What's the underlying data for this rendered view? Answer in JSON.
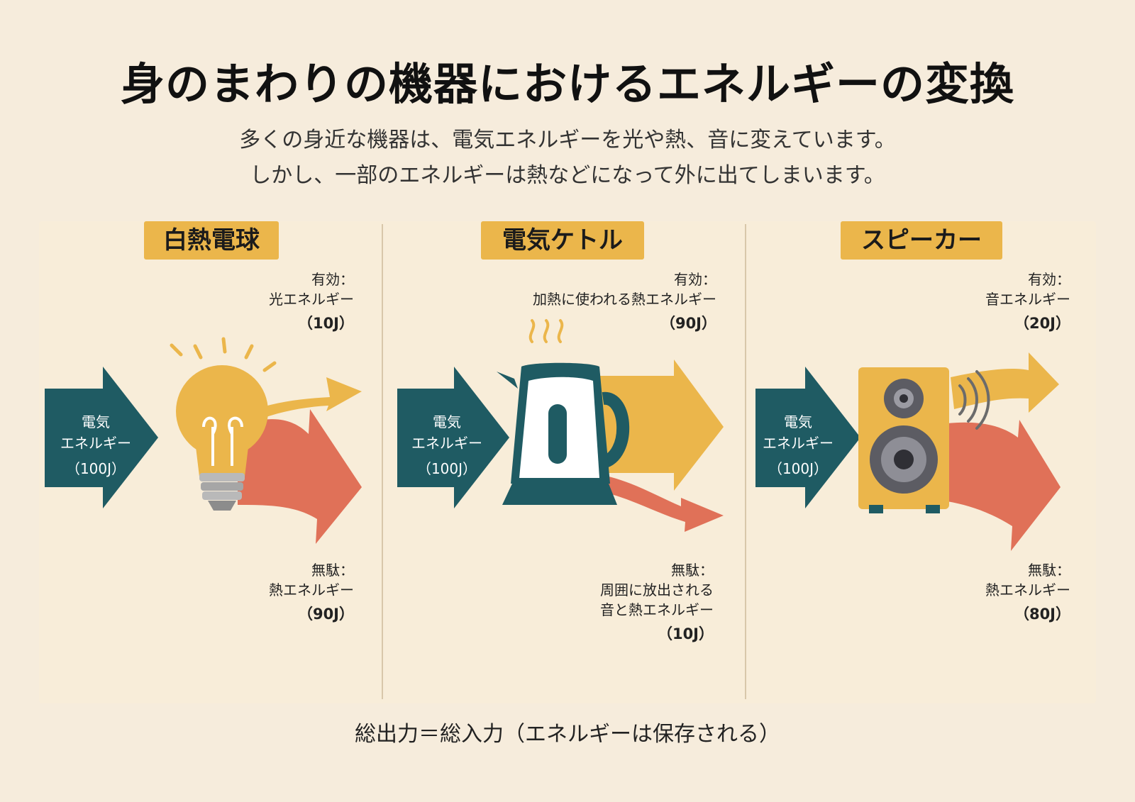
{
  "title": "身のまわりの機器におけるエネルギーの変換",
  "subtitle": [
    "多くの身近な機器は、電気エネルギーを光や熱、音に変えています。",
    "しかし、一部のエネルギーは熱などになって外に出てしまいます。"
  ],
  "colors": {
    "background": "#f6ecdc",
    "input_arrow": "#1f5b63",
    "useful_arrow": "#ebb64b",
    "waste_arrow": "#e07158",
    "title_badge": "#ebb64b"
  },
  "panels": [
    {
      "name": "白熱電球",
      "icon": "light-bulb-icon",
      "input": {
        "line1": "電気",
        "line2": "エネルギー",
        "amount": "（100J）"
      },
      "useful": {
        "head": "有効：",
        "lines": [
          "光エネルギー"
        ],
        "amount": "（10J）"
      },
      "waste": {
        "head": "無駄：",
        "lines": [
          "熱エネルギー"
        ],
        "amount": "（90J）"
      }
    },
    {
      "name": "電気ケトル",
      "icon": "kettle-icon",
      "input": {
        "line1": "電気",
        "line2": "エネルギー",
        "amount": "（100J）"
      },
      "useful": {
        "head": "有効：",
        "lines": [
          "加熱に使われる熱エネルギー"
        ],
        "amount": "（90J）"
      },
      "waste": {
        "head": "無駄：",
        "lines": [
          "周囲に放出される",
          "音と熱エネルギー"
        ],
        "amount": "（10J）"
      }
    },
    {
      "name": "スピーカー",
      "icon": "speaker-icon",
      "input": {
        "line1": "電気",
        "line2": "エネルギー",
        "amount": "（100J）"
      },
      "useful": {
        "head": "有効：",
        "lines": [
          "音エネルギー"
        ],
        "amount": "（20J）"
      },
      "waste": {
        "head": "無駄：",
        "lines": [
          "熱エネルギー"
        ],
        "amount": "（80J）"
      }
    }
  ],
  "footer": "総出力＝総入力（エネルギーは保存される）"
}
